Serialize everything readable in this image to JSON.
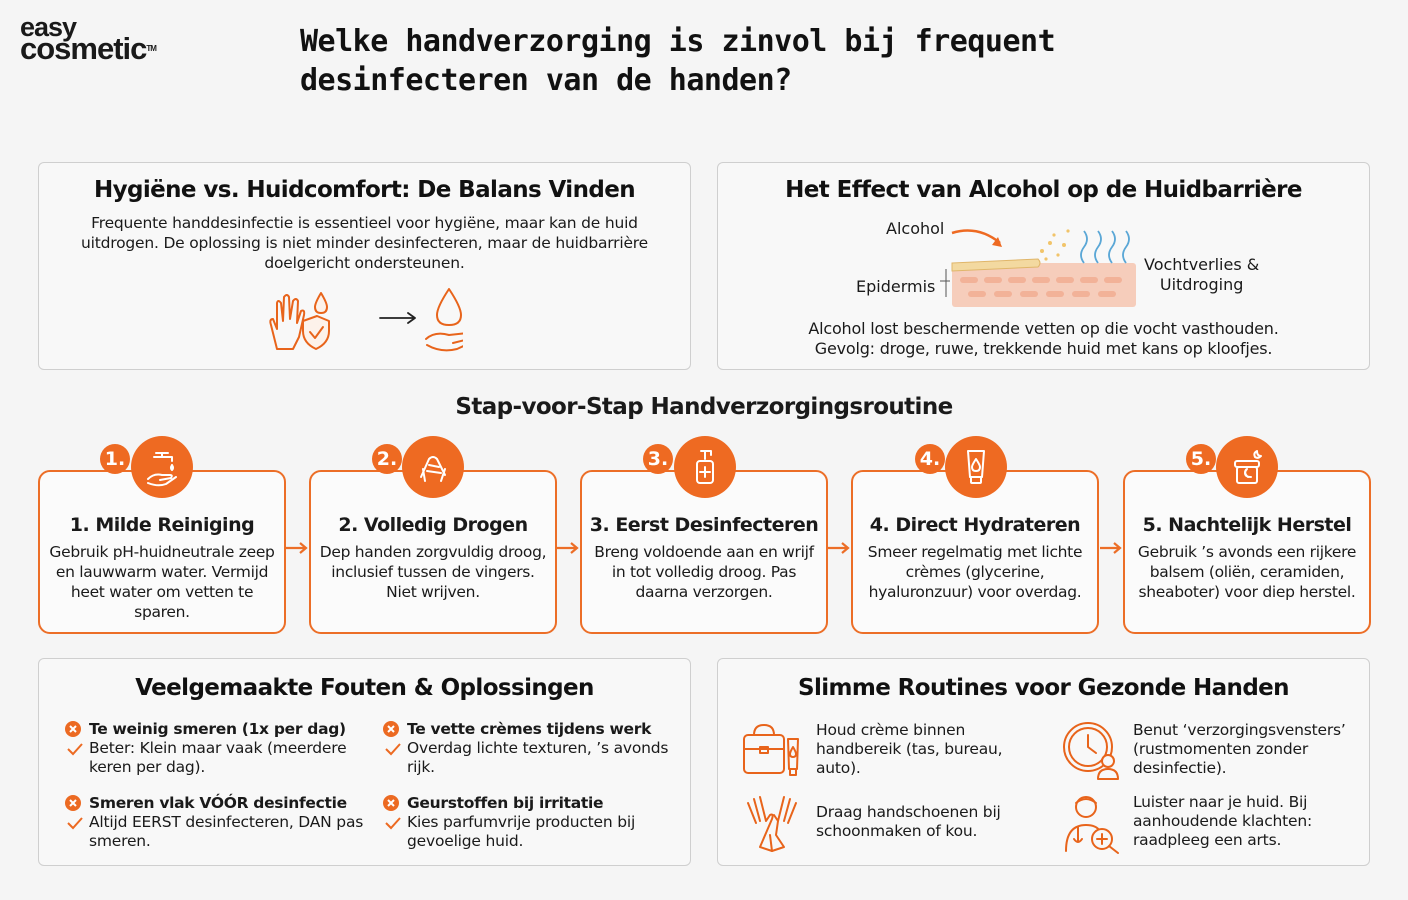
{
  "logo": {
    "line1": "easy",
    "line2": "cosmetic",
    "tm": "TM"
  },
  "title": "Welke handverzorging is zinvol bij frequent desinfecteren van de handen?",
  "balance": {
    "heading": "Hygiëne vs. Huidcomfort: De Balans Vinden",
    "text": "Frequente handdesinfectie is essentieel voor hygiëne, maar kan de huid uitdrogen. De oplossing is niet minder desinfecteren, maar de huidbarrière doelgericht ondersteunen."
  },
  "alcohol": {
    "heading": "Het Effect van Alcohol op de Huidbarrière",
    "label_alcohol": "Alcohol",
    "label_epidermis": "Epidermis",
    "label_loss_1": "Vochtverlies &",
    "label_loss_2": "Uitdroging",
    "text_1": "Alcohol lost beschermende vetten op die vocht vasthouden.",
    "text_2": "Gevolg: droge, ruwe, trekkende huid met kans op kloofjes."
  },
  "routine": {
    "heading": "Stap-voor-Stap Handverzorgingsroutine",
    "steps": [
      {
        "num": "1.",
        "title": "1. Milde Reiniging",
        "text": "Gebruik pH-huidneutrale zeep en lauwwarm water. Vermijd heet water om vetten te sparen."
      },
      {
        "num": "2.",
        "title": "2. Volledig Drogen",
        "text": "Dep handen zorgvuldig droog, inclusief tussen de vingers. Niet wrijven."
      },
      {
        "num": "3.",
        "title": "3. Eerst Desinfecteren",
        "text": "Breng voldoende aan en wrijf in tot volledig droog. Pas daarna verzorgen."
      },
      {
        "num": "4.",
        "title": "4. Direct Hydrateren",
        "text": "Smeer regelmatig met lichte crèmes (glycerine, hyaluronzuur) voor overdag."
      },
      {
        "num": "5.",
        "title": "5. Nachtelijk Herstel",
        "text": "Gebruik ’s avonds een rijkere balsem (oliën, ceramiden, sheaboter) voor diep herstel."
      }
    ]
  },
  "mistakes": {
    "heading": "Veelgemaakte Fouten & Oplossingen",
    "items": [
      {
        "mistake": "Te weinig smeren (1x per dag)",
        "fix": "Beter: Klein maar vaak (meerdere keren per dag)."
      },
      {
        "mistake": "Te vette crèmes tijdens werk",
        "fix": "Overdag lichte texturen, ’s avonds rijk."
      },
      {
        "mistake": "Smeren vlak VÓÓR desinfectie",
        "fix": "Altijd EERST desinfecteren, DAN pas smeren."
      },
      {
        "mistake": "Geurstoffen bij irritatie",
        "fix": "Kies parfumvrije producten bij gevoelige huid."
      }
    ]
  },
  "routines": {
    "heading": "Slimme Routines voor Gezonde Handen",
    "items": [
      {
        "text": "Houd crème binnen handbereik (tas, bureau, auto).",
        "icon": "bag-cream-icon"
      },
      {
        "text": "Benut ‘verzorgingsvensters’ (rustmomenten zonder desinfectie).",
        "icon": "clock-person-icon"
      },
      {
        "text": "Draag handschoenen bij schoonmaken of kou.",
        "icon": "gloves-icon"
      },
      {
        "text": "Luister naar je huid. Bij aanhoudende klachten: raadpleeg een arts.",
        "icon": "doctor-icon"
      }
    ]
  },
  "colors": {
    "accent": "#ee6a22",
    "border": "#cfcfcf",
    "background": "#f5f5f5"
  }
}
